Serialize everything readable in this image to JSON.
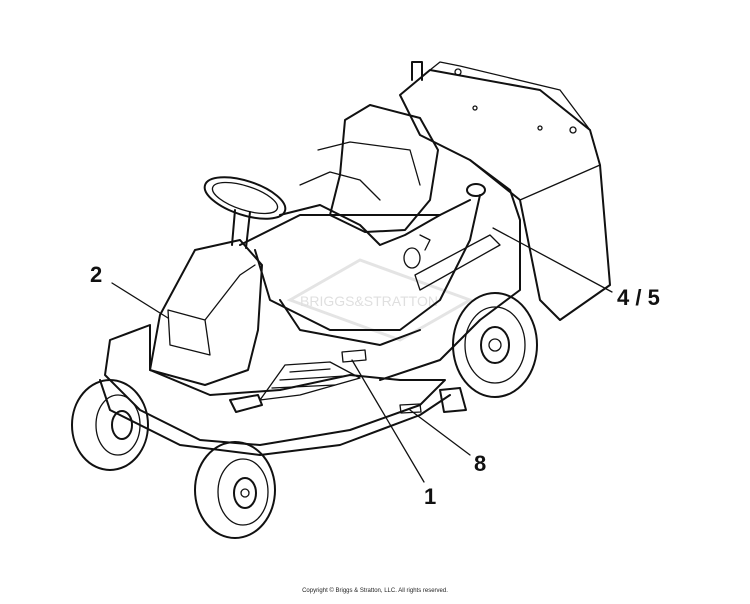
{
  "diagram": {
    "callouts": [
      {
        "id": "2",
        "label": "2"
      },
      {
        "id": "4-5",
        "label": "4 / 5"
      },
      {
        "id": "8",
        "label": "8"
      },
      {
        "id": "1",
        "label": "1"
      }
    ],
    "watermark": "BRIGGS&STRATTON"
  },
  "footer": {
    "copyright": "Copyright © Briggs & Stratton, LLC. All rights reserved."
  }
}
